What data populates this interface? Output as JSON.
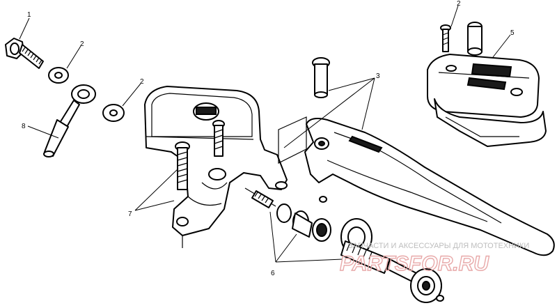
{
  "callouts": [
    {
      "id": "c1",
      "label": "1"
    },
    {
      "id": "c2a",
      "label": "2"
    },
    {
      "id": "c2b",
      "label": "2"
    },
    {
      "id": "c2c",
      "label": "2"
    },
    {
      "id": "c3",
      "label": "3"
    },
    {
      "id": "c5",
      "label": "5"
    },
    {
      "id": "c6",
      "label": "6"
    },
    {
      "id": "c7",
      "label": "7"
    },
    {
      "id": "c8",
      "label": "8"
    }
  ],
  "watermark": {
    "tagline": "ЗАПЧАСТИ И АКСЕССУАРЫ ДЛЯ МОТОТЕХНИКИ",
    "brand": "PARTSFOR.RU",
    "color": "#e8a9a9"
  }
}
